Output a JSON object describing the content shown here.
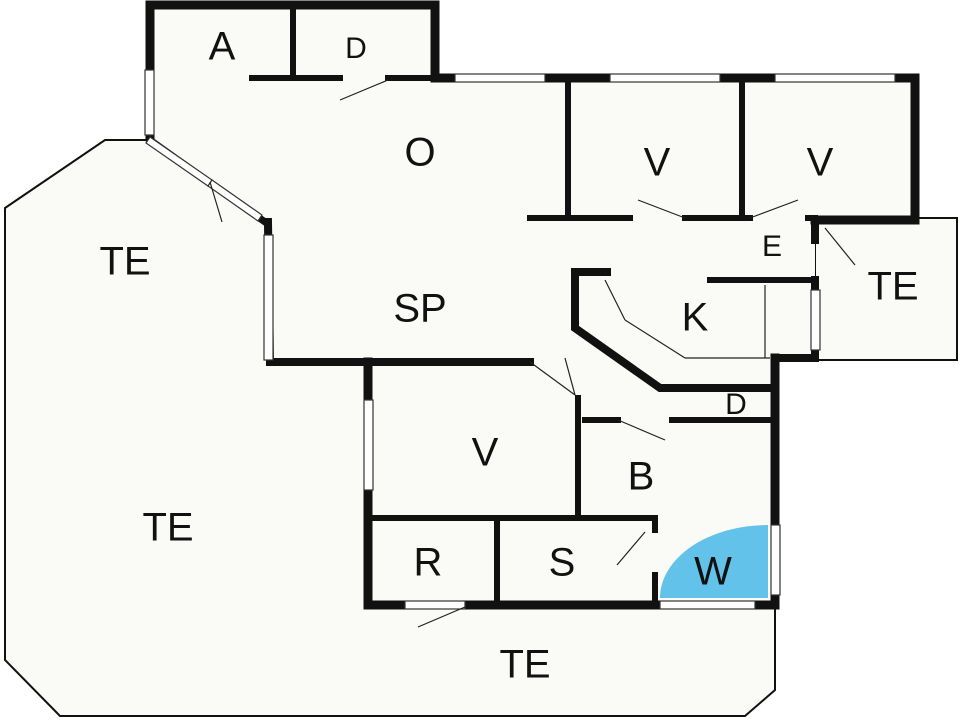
{
  "floorplan": {
    "rooms": {
      "a": "A",
      "d_top": "D",
      "o": "O",
      "v_top_left": "V",
      "v_top_right": "V",
      "e": "E",
      "te_right": "TE",
      "te_left_upper": "TE",
      "sp": "SP",
      "k": "K",
      "d_mid": "D",
      "v_middle": "V",
      "b": "B",
      "te_left_lower": "TE",
      "r": "R",
      "s": "S",
      "w": "W",
      "te_bottom": "TE"
    },
    "colors": {
      "wall": "#111111",
      "floor": "#fafbf6",
      "wc_highlight": "#62c2ea"
    }
  }
}
